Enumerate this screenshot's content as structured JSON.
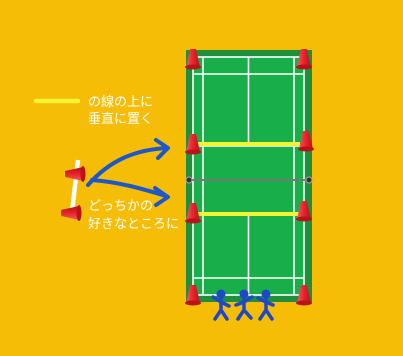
{
  "legend": {
    "line_note_1": "の線の上に",
    "line_note_2": "垂直に置く"
  },
  "note": {
    "line_1": "どっちかの",
    "line_2": "好きなところに"
  },
  "colors": {
    "background": "#F5BD05",
    "court_outer": "#1F8F3E",
    "court_inner": "#18AE49",
    "court_lines": "#FFFFFF",
    "yellow_line": "#F6F234",
    "cone_red": "#E6232A",
    "arrow_blue": "#1D57C8",
    "player_blue": "#1F48C9",
    "net_gray": "#777777"
  },
  "icons": {
    "cone": "cone-icon",
    "player": "player-icon",
    "arrow": "arrow-icon"
  }
}
